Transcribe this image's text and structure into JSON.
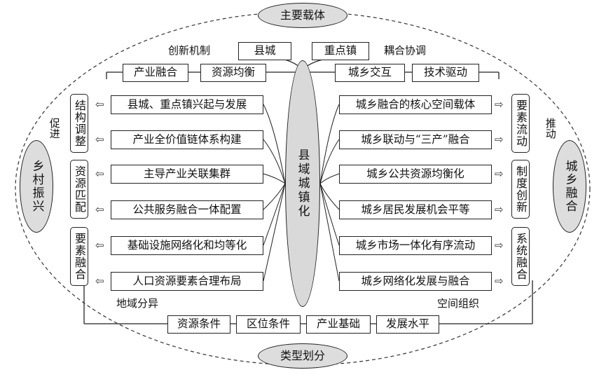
{
  "top_oval": "主要载体",
  "bottom_oval": "类型划分",
  "left_oval": "乡村振兴",
  "right_oval": "城乡融合",
  "center": "县域城镇化",
  "labels": {
    "top_left": "创新机制",
    "top_right": "耦合协调",
    "bottom_left": "地域分异",
    "bottom_right": "空间组织",
    "left_side": "促进",
    "right_side": "推动"
  },
  "carriers": [
    "县城",
    "重点镇"
  ],
  "top_left_boxes": [
    "产业融合",
    "资源均衡"
  ],
  "top_right_boxes": [
    "城乡交互",
    "技术驱动"
  ],
  "bottom_boxes": [
    "资源条件",
    "区位条件",
    "产业基础",
    "发展水平"
  ],
  "left_groups": [
    "结构调整",
    "资源匹配",
    "要素融合"
  ],
  "right_groups": [
    "要素流动",
    "制度创新",
    "系统融合"
  ],
  "left_items": [
    "县城、重点镇兴起与发展",
    "产业全价值链体系构建",
    "主导产业关联集群",
    "公共服务融合一体配置",
    "基础设施网络化和均等化",
    "人口资源要素合理布局"
  ],
  "right_items": [
    "城乡融合的核心空间载体",
    "城乡联动与“三产”融合",
    "城乡公共资源均衡化",
    "城乡居民发展机会平等",
    "城乡市场一体化有序流动",
    "城乡网络化发展与融合"
  ],
  "arrow_glyphs": {
    "left": "⇦",
    "right": "⇨"
  }
}
